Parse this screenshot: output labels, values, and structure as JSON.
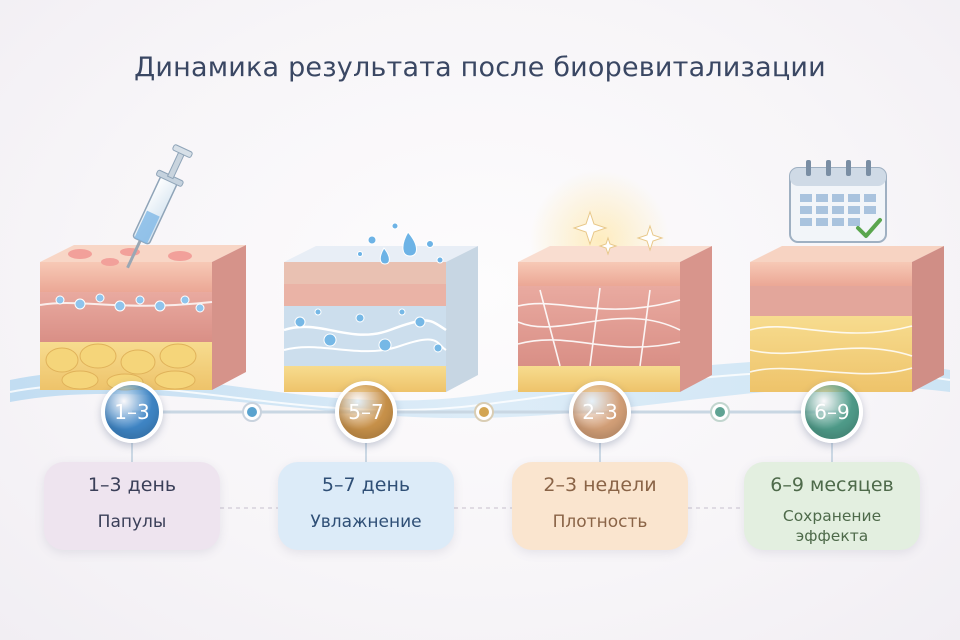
{
  "title": "Динамика результата после биоревитализации",
  "stages": [
    {
      "badge": "1–3",
      "days": "1–3 день",
      "label": [
        "Папулы"
      ],
      "color": "#3f86c6",
      "card_bg": "#eee4ef",
      "text_color": "#3a3f58"
    },
    {
      "badge": "5–7",
      "days": "5–7 день",
      "label": [
        "Увлажнение"
      ],
      "color": "#c9924a",
      "card_bg": "#dcebf8",
      "text_color": "#2f4f76"
    },
    {
      "badge": "2–3",
      "days": "2–3 недели",
      "label": [
        "Плотность"
      ],
      "color": "#d4a078",
      "card_bg": "#fae5cf",
      "text_color": "#8a6447"
    },
    {
      "badge": "6–9",
      "days": "6–9 месяцев",
      "label": [
        "Сохранение",
        "эффекта"
      ],
      "color": "#4f9c8a",
      "card_bg": "#e3efe0",
      "text_color": "#4e6a4a"
    }
  ],
  "icons": [
    "syringe-icon",
    "water-drops-icon",
    "sparkle-icon",
    "calendar-icon",
    "check-icon"
  ]
}
